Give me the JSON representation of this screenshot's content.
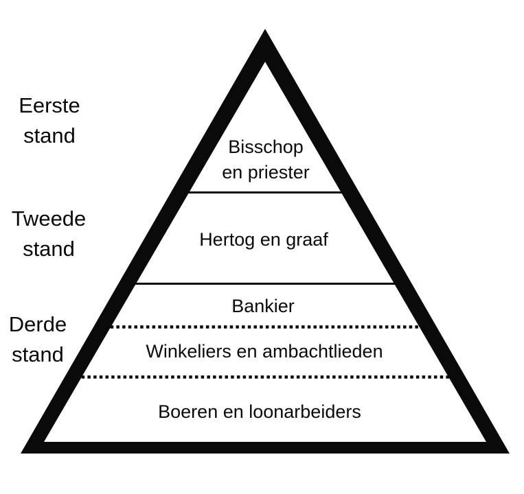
{
  "canvas": {
    "background": "#ffffff",
    "ink": "#0a0a0a"
  },
  "left_labels": [
    {
      "name": "Eerste stand",
      "line1": "Eerste",
      "line2": "stand"
    },
    {
      "name": "Tweede stand",
      "line1": "Tweede",
      "line2": "stand"
    },
    {
      "name": "Derde stand",
      "line1": "Derde",
      "line2": "stand"
    }
  ],
  "layers": [
    {
      "label": "Bisschop en priester",
      "line1": "Bisschop",
      "line2": "en priester"
    },
    {
      "label": "Hertog en graaf"
    },
    {
      "label": "Bankier"
    },
    {
      "label": "Winkeliers en ambachtlieden"
    },
    {
      "label": "Boeren en loonarbeiders"
    }
  ],
  "dividers": [
    "solid",
    "solid",
    "dotted",
    "dotted"
  ]
}
